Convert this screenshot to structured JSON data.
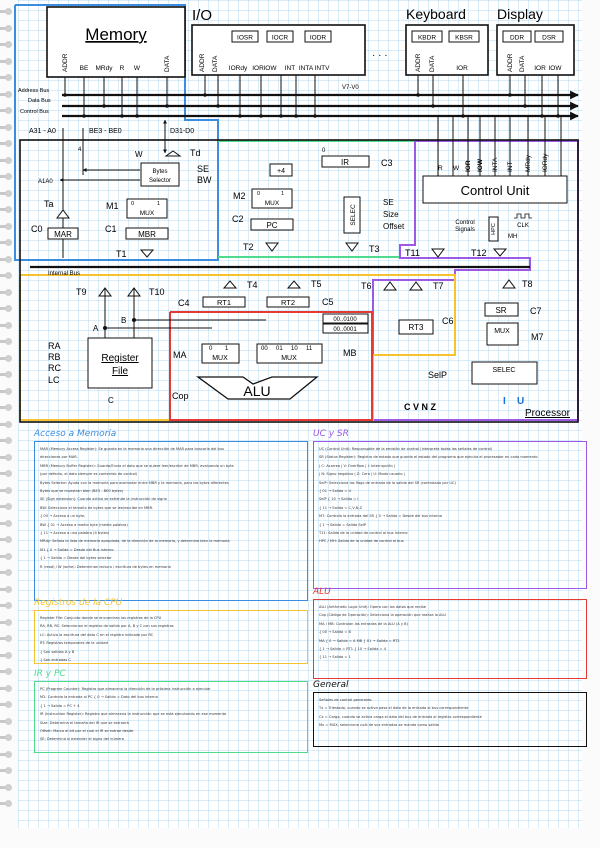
{
  "diagram": {
    "blocks": {
      "memory": {
        "title": "Memory",
        "pins": [
          "ADDR",
          "BE",
          "MRdy",
          "R",
          "W",
          "DATA"
        ]
      },
      "io": {
        "title": "I/O",
        "registers": [
          "IOSR",
          "IOCR",
          "IODR"
        ],
        "pins": [
          "ADDR",
          "DATA",
          "IORdy",
          "IOR",
          "IOW",
          "INT",
          "INTA",
          "INTV"
        ],
        "ellipsis": "· · ·",
        "vector_label": "V7-V0"
      },
      "keyboard": {
        "title": "Keyboard",
        "registers": [
          "KBDR",
          "KBSR"
        ],
        "pins": [
          "ADDR",
          "DATA",
          "IOR"
        ]
      },
      "display": {
        "title": "Display",
        "registers": [
          "DDR",
          "DSR"
        ],
        "pins": [
          "ADDR",
          "DATA",
          "IOR",
          "IOW"
        ]
      }
    },
    "buses": {
      "address": "Address Bus",
      "data": "Data Bus",
      "control": "Control Bus",
      "internal": "Internal Bus"
    },
    "signals": {
      "addr_lines": "A31 - A0",
      "be_lines": "BE3 - BE0",
      "data_lines": "D31-D0",
      "a1a0": "A1A0",
      "w": "W",
      "td": "Td",
      "se": "SE",
      "bw": "BW",
      "ta": "Ta",
      "c0": "C0",
      "c1": "C1",
      "m1": "M1",
      "t1": "T1",
      "m2": "M2",
      "c2": "C2",
      "t2": "T2",
      "plus4": "+4",
      "c3": "C3",
      "t3": "T3",
      "ir_zero": "0",
      "selec_se": "SE",
      "size": "Size",
      "offset": "Offset",
      "five": "5",
      "two": "2",
      "four": "4",
      "t4": "T4",
      "t5": "T5",
      "t6": "T6",
      "t7": "T7",
      "t8": "T8",
      "t9": "T9",
      "t10": "T10",
      "t11": "T11",
      "t12": "T12",
      "c4": "C4",
      "c5": "C5",
      "c6": "C6",
      "c7": "C7",
      "m7": "M7",
      "ma": "MA",
      "mb": "MB",
      "cop": "Cop",
      "a": "A",
      "b": "B",
      "c": "C",
      "ra": "RA",
      "rb": "RB",
      "rc": "RC",
      "lc": "LC",
      "selp": "SelP",
      "flags": "C  V  N  Z",
      "i": "I",
      "u": "U",
      "clk": "CLK",
      "mh": "MH",
      "control_signals_1": "Control",
      "control_signals_2": "Signals"
    },
    "components": {
      "bytes_selector_1": "Bytes",
      "bytes_selector_2": "Selector",
      "mux": "MUX",
      "mbr": "MBR",
      "mar": "MAR",
      "pc": "PC",
      "ir": "IR",
      "selec": "SELEC",
      "rt1": "RT1",
      "rt2": "RT2",
      "rt3": "RT3",
      "sr": "SR",
      "alu": "ALU",
      "register_file_1": "Register",
      "register_file_2": "File",
      "control_unit": "Control Unit",
      "hpc": "HPC",
      "const_4": "00..0100",
      "const_1": "00..0001",
      "processor": "Processor"
    },
    "mux_inputs": {
      "two_way": [
        "0",
        "1"
      ],
      "four_way": [
        "00",
        "01",
        "10",
        "11"
      ],
      "selec_inputs": [
        "11",
        "10",
        "01"
      ]
    },
    "cu_inputs": [
      "R",
      "W",
      "IOR",
      "IOW",
      "INTA",
      "INT",
      "MRdy",
      "IORdy"
    ],
    "colors": {
      "memory": "#3b8de0",
      "pc_ir": "#4fdb8e",
      "cu_sr": "#9b59e6",
      "registers": "#f5c331",
      "alu": "#e53935",
      "flag_iu": "#1a6fd6"
    }
  },
  "notes": {
    "memory_access": {
      "title": "Acceso a Memoria",
      "lines": [
        "MAR (Memory Access Register): Se guarda en la memoria una dirección de MAR para buscarla del bus",
        "                    direcciones por MAR.",
        "MBR (Memory Buffer Register): Guarda/Envía el dato que se quiere leer/escribir de MBR, evaluando un byte",
        "                    (por defecto, el dato siempre es contenido de control)",
        "Bytes Selector: Ayuda con la memoria para acomodar entre MBR y la memoria, para los bytes diferentes",
        "             Bytes que se muestran bien (BE3 - BE0 bytes)",
        "SE (Sign extension): Cuando activo se extiende la instrucción de signo",
        "BW: Selecciona el tamaño de bytes que se lee/escribe en MBR.",
        "      { 00 → Acceso a un byte,",
        "  BW  { 01 → Acceso a medio byte (media palabra)",
        "      { 11 → Acceso a una palabra (4 bytes)",
        "MRdy: Señala la lista de memoria apropiada, de la dirección de la memoria, y determina bien la memoria",
        "  M1 { 0 → Salida = Desde del Bus interno",
        "     { 1 → Salida = Desde del bytes selector",
        "  R (read) / W (write): Determinan lectura / escritura de bytes en memoria"
      ]
    },
    "cpu_registers": {
      "title": "Registros de la CPU",
      "lines": [
        "Register File: Conjunto donde se encuentran los registros de la CPU",
        "RA, RB, RC: Seleccionan el registro de salida por A, B y C con sus registros",
        "LC: Activa la escritura del dato C en el registro indicado por RC",
        "RT: Registros temporales de la unidad",
        "      { Son salidas A y B",
        "      { Son entradas C"
      ]
    },
    "ir_pc": {
      "title": "IR y PC",
      "lines": [
        "PC (Program Counter): Registro que almacena la dirección de la próxima instrucción a ejecutar",
        "M2: Controla la entrada al PC  { 0 → Salida = Dato del bus interno",
        "                               { 1 → Salida = PC + 4",
        "IR (Instruction Register): Registro que almacena la instrucción que se está ejecutando en ese momento",
        "Size: Determina el tamaño del IR que se extraerá",
        "Offset: Marca el bit por el cual el IR se extrae desde",
        "SE: Determina si extender el signo del número"
      ]
    },
    "cu_sr": {
      "title": "UC y SR",
      "lines": [
        "UC (Control Unit): Responsable de la emisión de control (interpreta todas las señales de control)",
        "SR (Status Register): Registro de estado que guarda el estado del programa que ejecuta el procesador en cada momento",
        "      | C: Acarreo        | V: Overflow   | I: Interrupción |",
        "      | N: Signo negativo | Z: Cero       | U: Modo usuario |",
        "SelP: Selecciona las flags de entrada de la salida del SR (controlada por UC)",
        "       { 01 → Salida = U",
        "  SelP { 10 → Salida = I",
        "       { 11 → Salida = C,V,N,Z",
        "M7: Controla la entrada del SR    { 0 → Salida = Desde del bus interno",
        "                                  { 1 → Salida = Salida SelP",
        "T11: Salida de la unidad de control al bus interno",
        "HPC / MH: Salida de la unidad de control al bus"
      ]
    },
    "alu": {
      "title": "ALU",
      "lines": [
        "ALU (Arithmetic Logic Unit): Opera con los datos que recibe",
        "Cop (Código de Operación): Selecciona la operación que realiza la ALU",
        "MA / MB: Controlan las entradas de la ALU (A y B)",
        "                               { 00 → Salida = B",
        "  MA { 0 → Salida = A      MB  { 01 → Salida = RT2",
        "     { 1 → Salida = RT1        { 10 → Salida = 4",
        "                               { 11 → Salida = 1"
      ]
    },
    "general": {
      "title": "General",
      "lines": [
        "Señales de control generales:",
        "   Tx = Triestado, cuando se activa pasa el dato de la entrada al bus correspondiente",
        "   Cx = Carga, cuando se activa carga el dato del bus de entrada al registro correspondiente",
        "   Mx = MUX, selecciona cuál de sus entradas se manda como salida"
      ]
    }
  }
}
